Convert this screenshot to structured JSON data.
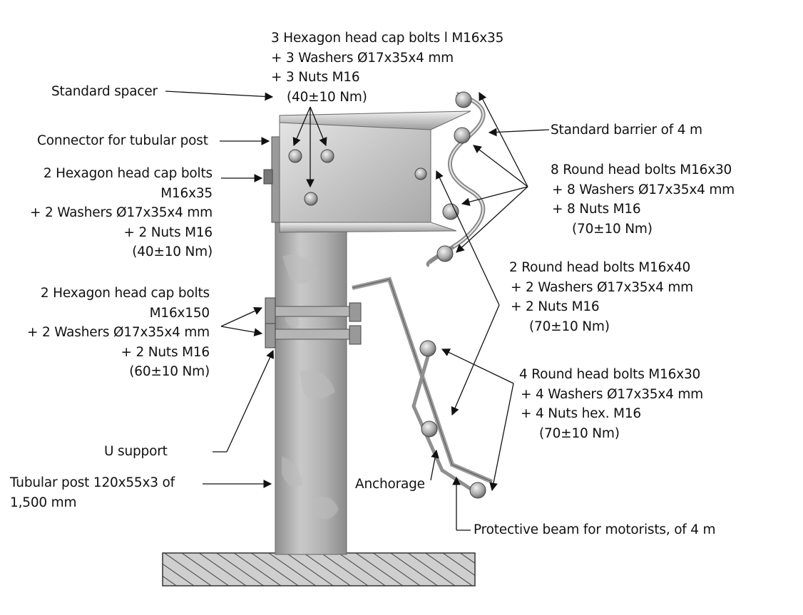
{
  "diagram": {
    "labels": {
      "top_bolts": [
        "3 Hexagon head cap bolts l M16x35",
        "+ 3 Washers Ø17x35x4 mm",
        "+ 3 Nuts M16",
        "(40±10 Nm)"
      ],
      "standard_spacer": [
        "Standard spacer"
      ],
      "connector": [
        "Connector for tubular post"
      ],
      "left_bolts_small": [
        "2 Hexagon head cap bolts",
        "M16x35",
        "+ 2 Washers Ø17x35x4 mm",
        "+ 2 Nuts M16",
        "(40±10 Nm)"
      ],
      "left_bolts_long": [
        "2 Hexagon head cap bolts",
        "M16x150",
        "+ 2 Washers Ø17x35x4 mm",
        "+ 2 Nuts M16",
        "(60±10 Nm)"
      ],
      "u_support": [
        "U support"
      ],
      "tubular_post": [
        "Tubular post 120x55x3 of",
        "1,500 mm"
      ],
      "standard_barrier": [
        "Standard barrier of 4 m"
      ],
      "round_bolts_8": [
        "8 Round head bolts M16x30",
        "+ 8 Washers Ø17x35x4 mm",
        "+ 8 Nuts M16",
        "(70±10 Nm)"
      ],
      "round_bolts_2": [
        "2 Round head bolts M16x40",
        "+ 2 Washers Ø17x35x4 mm",
        "+ 2 Nuts M16",
        "(70±10 Nm)"
      ],
      "round_bolts_4": [
        "4 Round head bolts M16x30",
        "+ 4 Washers Ø17x35x4 mm",
        "+ 4 Nuts hex. M16",
        "(70±10 Nm)"
      ],
      "anchorage": [
        "Anchorage"
      ],
      "protective_beam": [
        "Protective beam for motorists, of 4 m"
      ]
    },
    "colors": {
      "steel_light": "#d8d8d8",
      "steel_mid": "#a9a9a9",
      "steel_dark": "#7a7a7a",
      "ground_fill": "#c8c8c8",
      "ground_hatch": "#555555",
      "line": "#111111"
    }
  }
}
